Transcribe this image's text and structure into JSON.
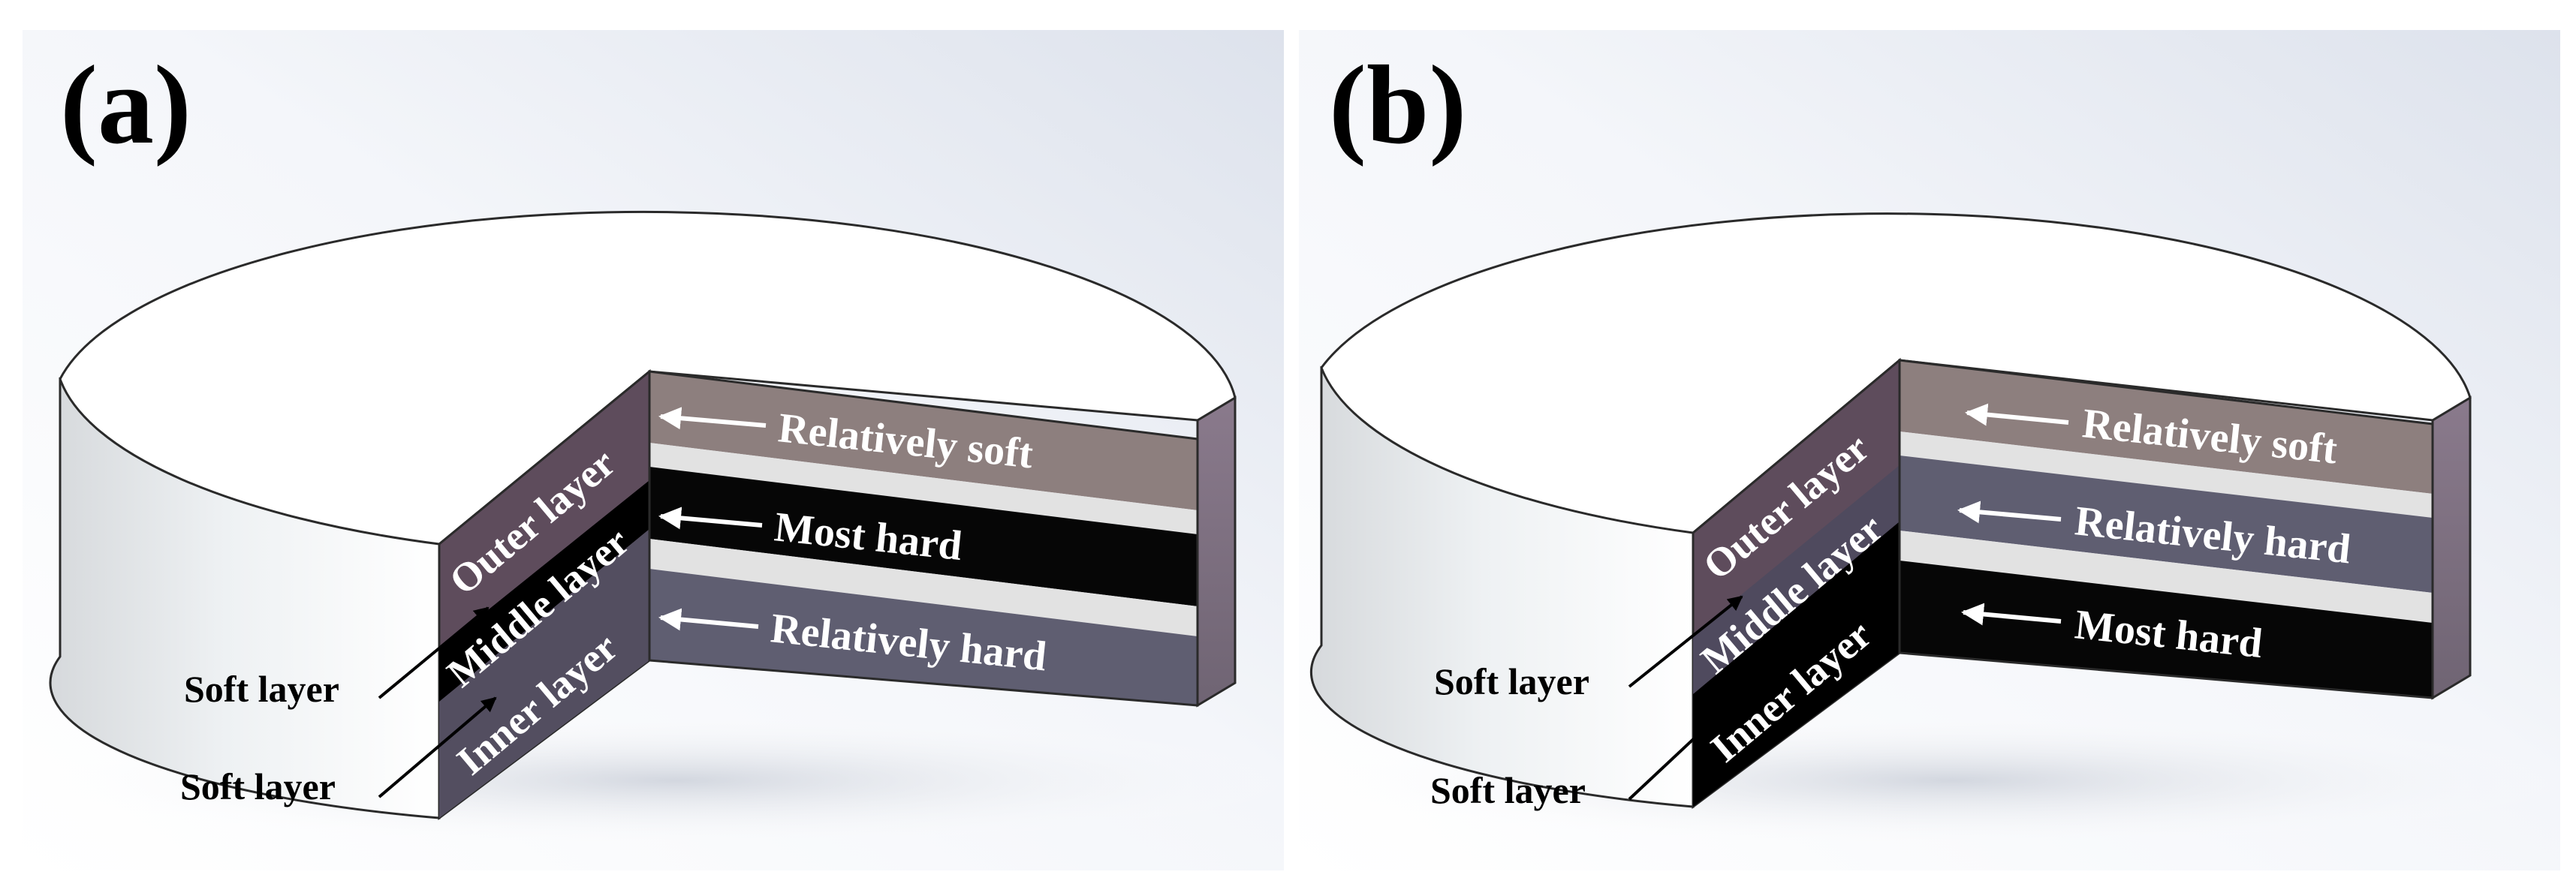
{
  "panels": [
    {
      "label": "(a)",
      "side_labels": {
        "outer": "Outer layer",
        "middle": "Middle layer",
        "inner": "Inner layer"
      },
      "face_annotations": {
        "top": "Relatively soft",
        "middle": "Most hard",
        "bottom": "Relatively hard"
      },
      "soft_labels": [
        "Soft layer",
        "Soft layer"
      ],
      "colors": {
        "top_layer": "#8d7f7e",
        "middle_layer": "#060606",
        "bottom_layer": "#5f5e71",
        "soft_layer": "#e2e2e2"
      }
    },
    {
      "label": "(b)",
      "side_labels": {
        "outer": "Outer layer",
        "middle": "Middle layer",
        "inner": "Inner layer"
      },
      "face_annotations": {
        "top": "Relatively soft",
        "middle": "Relatively hard",
        "bottom": "Most hard"
      },
      "soft_labels": [
        "Soft layer",
        "Soft layer"
      ],
      "colors": {
        "top_layer": "#8d7f7e",
        "middle_layer": "#5f5e71",
        "bottom_layer": "#060606",
        "soft_layer": "#e2e2e2"
      }
    }
  ]
}
